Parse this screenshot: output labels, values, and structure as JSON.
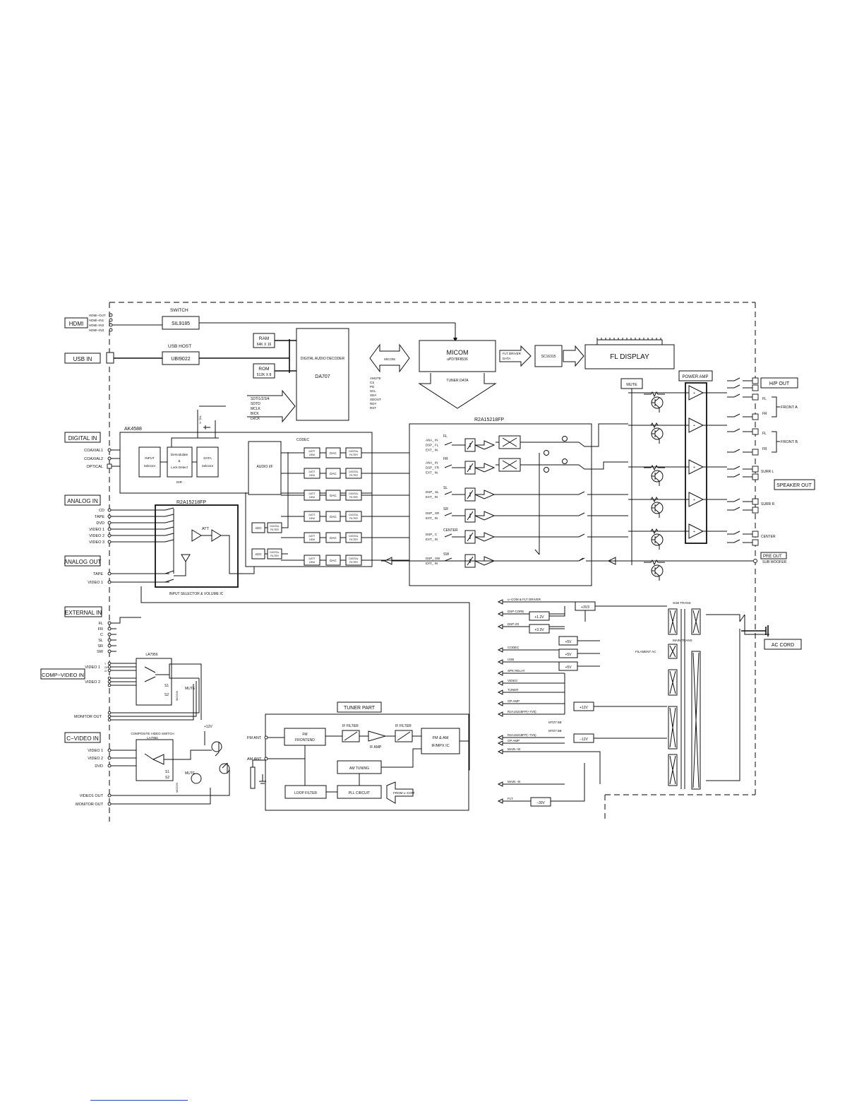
{
  "labels": {
    "hdmi": "HDMI",
    "usb_in": "USB IN",
    "digital_in": "DIGITAL IN",
    "analog_in": "ANALOG IN",
    "analog_out": "ANALOG OUT",
    "external_in": "EXTERNAL IN",
    "comp_video_in": "COMP−VIDEO IN",
    "c_video_in": "C−VIDEO IN",
    "hp_out": "H/P OUT",
    "speaker_out": "SPEAKER OUT",
    "pre_out": "PRE OUT",
    "ac_cord": "AC CORD"
  },
  "hdmi_ports": [
    "HDMI−OUT",
    "HDMI−IN1",
    "HDMI−IN2",
    "HDMI−IN3"
  ],
  "digital_inputs": [
    "COAXIAL1",
    "COAXIAL2",
    "OPTICAL"
  ],
  "analog_inputs": [
    "CD",
    "TAPE",
    "DVD",
    "VIDEO 1",
    "VIDEO 2",
    "VIDEO 3"
  ],
  "analog_outputs": [
    "TAPE",
    "VIDEO 1"
  ],
  "external_inputs": [
    "FL",
    "FR",
    "C",
    "SL",
    "SR",
    "SW"
  ],
  "comp_video": [
    "VIDEO 1",
    "VIDEO 2",
    "MONITOR OUT"
  ],
  "comp_video_chip": "LA7956",
  "c_video": [
    "VIDEO 1",
    "VIDEO 2",
    "DVD",
    "VIDEO1 OUT",
    "MONITOR OUT"
  ],
  "c_video_chip": [
    "COMPOSITE VIDEO SWITCH",
    "LA7956"
  ],
  "switch": {
    "label": "SWITCH",
    "chip": "SIL9185"
  },
  "usb_host": {
    "label": "USB HOST",
    "chip": "UBI9022"
  },
  "ram": [
    "RAM",
    "64K X 16"
  ],
  "rom": [
    "ROM",
    "512K X 8"
  ],
  "decoder": {
    "title": "DIGITAL AUDIO DECODER",
    "chip": "DA707"
  },
  "decoder_bus": [
    "SDTI1/2/3/4",
    "SDTO",
    "MCLK",
    "BICK",
    "LRCK"
  ],
  "micom_arrow": "MICOM",
  "micom_signals": [
    "AMUTE",
    "CS",
    "PD",
    "SCL",
    "SDA",
    "SDOUT",
    "RDY",
    "RST"
  ],
  "micom": {
    "title": "MICOM",
    "chip": "uPD78F8536"
  },
  "tuner_data": "TUNER DATA",
  "flt_driver": [
    "FLT DRIVER",
    "DATA"
  ],
  "sc16315": "SC16315",
  "fl_display": "FL DISPLAY",
  "xtal": "X−TAL",
  "ak4588": {
    "title": "AK4588",
    "codec": "CODEC",
    "input_sel": [
      "INPUT",
      "Selector"
    ],
    "demod": [
      "Demodulate",
      "&",
      "Lock Detect"
    ],
    "dir": "DIR",
    "data_sel": [
      "DATA",
      "Selector"
    ],
    "audio_if": "AUDIO I/F"
  },
  "dsp_blocks": {
    "datt": [
      "DATT",
      "DEM"
    ],
    "dac": "DAC",
    "filt": [
      "DIGITAL",
      "FILTER"
    ],
    "adc": "ADC"
  },
  "r2a_small": "R2A15218FP",
  "att": "ATT",
  "input_selector_label": "INPUT SELECTOR & VOLUME IC",
  "r2a_big": "R2A15218FP",
  "channel_inputs": [
    [
      "ANA_ IN",
      "DSP_ FL",
      "EXT_ IN"
    ],
    [
      "ANA_ IN",
      "DSP_ FR",
      "EXT_ IN"
    ],
    [
      "DSP_ SL",
      "EXT_ IN"
    ],
    [
      "DSP_ SR",
      "EXT_ IN"
    ],
    [
      "DSP_ C",
      "EXT_ IN"
    ],
    [
      "DSP_ SW",
      "EXT_ IN"
    ]
  ],
  "channel_names": [
    "FL",
    "FR",
    "SL",
    "SR",
    "CENTER",
    "SW"
  ],
  "mute": "MUTE",
  "power_amp": "POWER AMP",
  "speaker_terms": [
    "FL",
    "FR",
    "FL",
    "FR",
    "SURR L",
    "SURR R",
    "CENTER"
  ],
  "front_a": "FRONT A",
  "front_b": "FRONT B",
  "sub_woofer": "SUB WOOFER",
  "power": {
    "rails": [
      "u−COM & FLT DRIVER",
      "DSP CORE",
      "DSP I/O",
      "CODEC",
      "USB",
      "SPK RELAY",
      "VIDEO",
      "TUNER",
      "OP AMP",
      "R2A15218FP(+7V5)",
      "R2A15218FP(−7V5)",
      "OP AMP",
      "MAIN +B",
      "MAIN −B",
      "FLT"
    ],
    "regs": [
      "+3V3",
      "+1.2V",
      "+3.3V",
      "+5V",
      "+5V",
      "+5V",
      "+12V",
      "−12V",
      "−30V"
    ],
    "zeners": [
      "MTZ7.5B",
      "MTZ7.5B"
    ],
    "sub_trans": "SUB TRANS",
    "main_trans": "MAIN TRANS",
    "filament": "FILAMENT AC"
  },
  "tuner": {
    "title": "TUNER PART",
    "fm_ant": "FM ANT",
    "am_ant": "AM ANT",
    "fm_frontend": [
      "FM",
      "FRONTEND"
    ],
    "if_filter": "IF FILTER",
    "if_amp": "IF AMP",
    "fm_am": [
      "FM & AM",
      "IF/MPX IC"
    ],
    "am_tuning": "AM TUNING",
    "loop_filter": "LOOP FILTER",
    "pll": "PLL CIRCUIT",
    "from_ucom": "FROM u−COM"
  },
  "video_ic": {
    "s1": "S1",
    "s2": "S2",
    "micom": "MICOM",
    "mute": "MUTE",
    "plus12": "+12V"
  },
  "comp_pins": [
    "Y",
    "Cb",
    "Cr"
  ]
}
